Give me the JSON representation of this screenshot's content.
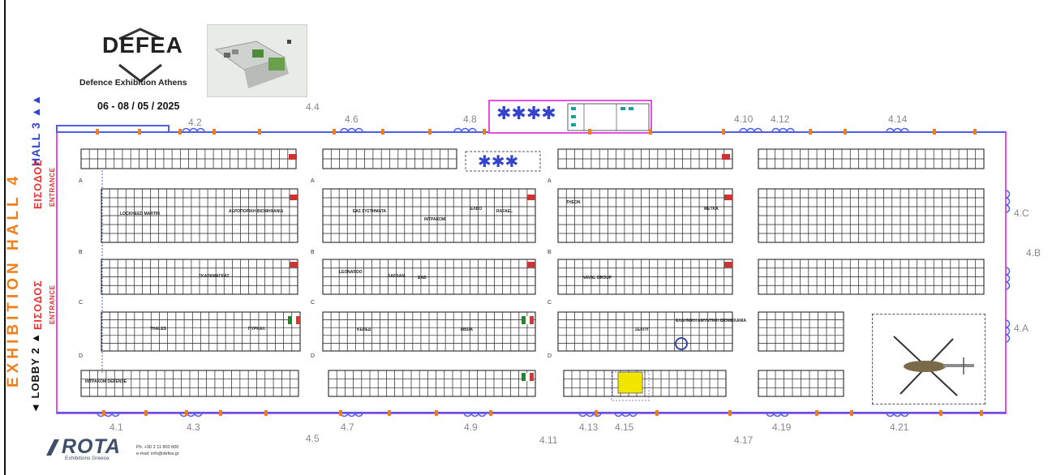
{
  "brand": {
    "logo_text": "DEFEA",
    "subtitle": "Defence Exhibition Athens",
    "dates": "06 - 08 / 05 / 2025"
  },
  "vertical_labels": {
    "hall3": "HALL 3 ▲▲",
    "exhibition_hall": "EXHIBITION HALL 4",
    "lobby": "◄ LOBBY 2 ▲",
    "entrance_gr": "ΕΙΣΟΔΟΣ",
    "entrance_en": "ENTRANCE"
  },
  "gates_top": [
    "4.2",
    "4.4",
    "4.6",
    "4.8",
    "4.10",
    "4.12",
    "4.14"
  ],
  "gates_bottom": [
    "4.1",
    "4.3",
    "4.5",
    "4.7",
    "4.9",
    "4.11",
    "4.13",
    "4.15",
    "4.17",
    "4.19",
    "4.21"
  ],
  "gates_right": [
    "4.C",
    "4.B",
    "4.A"
  ],
  "row_letters": [
    "A",
    "B",
    "C",
    "D"
  ],
  "exhibitor_labels": [
    "LOCKHEED MARTIN",
    "ΑΕΡΟΠΟΡΙΚΗ ΒΙΟΜΗΧΑΝΙΑ",
    "ΕΑΣ ΣΥΣΤΗΜΑΤΑ",
    "ΙΝΤΡΑΚΟΜ",
    "ΕΛΒΟ",
    "RAFAEL",
    "THEON",
    "ΜΕΤΚΑ",
    "ΣΚΑΡΑΜΑΓΚΑΣ",
    "LEONARDO",
    "SAFRAN",
    "ΕΑΒ",
    "NAVAL GROUP",
    "THALES",
    "ΠΥΡΚΑΛ",
    "ΚΕΠΕΔ",
    "MBDA",
    "ΕΛΛΗΝΙΚΗ ΑΜΥΝΤΙΚΗ ΒΙΟΜΗΧΑΝΙΑ",
    "ΣΕΚΠΥ",
    "ΙΝΤΡΑΚΟΜ DEFENSE"
  ],
  "highlighted_booth": "4.15",
  "footer": {
    "company": "ROTA",
    "company_sub": "Exhibitions Greece",
    "phone": "Ph. +30 2 11 800 800",
    "email": "e-mail: info@defea.gr"
  },
  "colors": {
    "wall_magenta": "#e64fe0",
    "wall_blue": "#4f5ee6",
    "gate_orange": "#f07f1a",
    "entrance_red": "#e53333",
    "highlight_yellow": "#f2e600",
    "grid_ink": "#111111"
  }
}
